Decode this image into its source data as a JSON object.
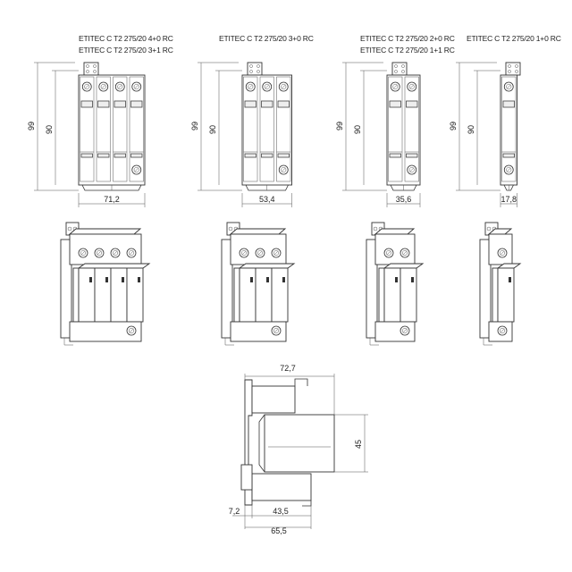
{
  "products": [
    {
      "model_lines": [
        "ETITEC C T2 275/20 4+0 RC",
        "ETITEC C T2 275/20 3+1 RC"
      ],
      "width": "71,2"
    },
    {
      "model_lines": [
        "ETITEC C T2 275/20 3+0 RC"
      ],
      "width": "53,4"
    },
    {
      "model_lines": [
        "ETITEC C T2 275/20 2+0 RC",
        "ETITEC C T2 275/20 1+1 RC"
      ],
      "width": "35,6"
    },
    {
      "model_lines": [
        "ETITEC C T2 275/20 1+0 RC"
      ],
      "width": "17,8"
    }
  ],
  "front_dims": {
    "total_height": "99",
    "body_height": "90"
  },
  "side_dims": {
    "depth": "72,7",
    "module_height": "45",
    "left_offset": "7,2",
    "mid": "43,5",
    "base": "65,5"
  }
}
